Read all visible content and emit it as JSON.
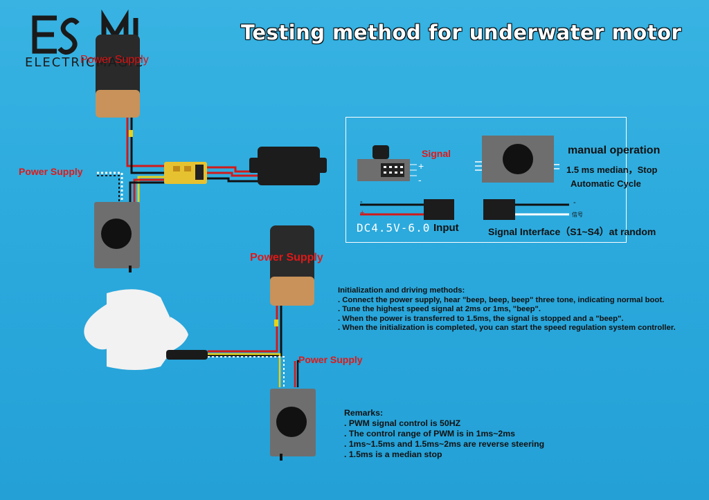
{
  "brand": {
    "logo_text": "ELECTRICMAGIC",
    "logo_overlay_text": "Power Supply"
  },
  "title": "Testing method for underwater motor",
  "labels": {
    "power_supply_left": "Power Supply",
    "power_supply_middle": "Power Supply",
    "power_supply_bottom": "Power Supply"
  },
  "legend": {
    "signal_label": "Signal",
    "plus_sign": "+",
    "minus_sign": "-",
    "manual_operation": "manual operation",
    "median_stop": "1.5 ms median，Stop",
    "automatic_cycle": "Automatic Cycle",
    "dc_range": "DC4.5V-6.0",
    "input_label": "Input",
    "signal_interface": "Signal Interface（S1~S4）at random",
    "wire_minus_left": "-",
    "wire_plus_left": "+",
    "wire_minus_right": "-",
    "wire_signal_right": "信号"
  },
  "initialization": {
    "heading": "Initialization and driving methods:",
    "steps": [
      ". Connect the power supply, hear \"beep, beep, beep\" three tone, indicating normal boot.",
      ". Tune the highest speed signal at 2ms or 1ms, \"beep\".",
      ". When the power is transferred to 1.5ms, the signal is stopped and a \"beep\".",
      ". When the initialization is completed, you can start the speed regulation system controller."
    ]
  },
  "remarks": {
    "heading": "Remarks:",
    "items": [
      ". PWM signal control is 50HZ",
      ". The control range of PWM is in 1ms~2ms",
      ". 1ms~1.5ms and 1.5ms~2ms are reverse steering",
      ". 1.5ms is a median stop"
    ]
  },
  "colors": {
    "background": "#2aa8dc",
    "label_red": "#e01818",
    "wire_red": "#d11a1a",
    "wire_black": "#111111",
    "wire_yellow": "#e8d21a",
    "battery_body": "#2a2a2a",
    "battery_cap": "#c8925a",
    "servo_tester_gray": "#6e6e6e",
    "esc_yellow": "#e6c230",
    "motor_white": "#f2f2f2"
  }
}
